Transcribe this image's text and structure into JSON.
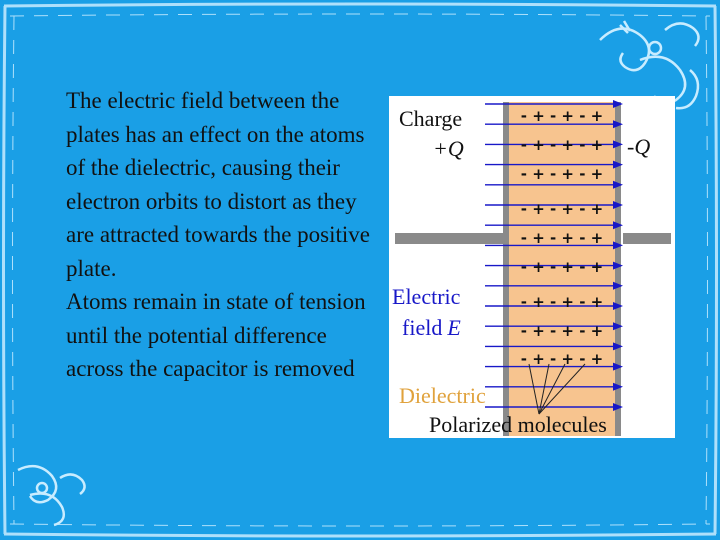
{
  "colors": {
    "background": "#1a9fe6",
    "border_ornament": "#c8ecff",
    "text": "#111111",
    "figure_background": "#ffffff",
    "dielectric": "#f7c48f",
    "plate": "#8a8a8a",
    "field_arrow": "#1818c8",
    "dielectric_label": "#e0a23c"
  },
  "text": {
    "paragraphs": [
      "The electric field between the plates has an effect on the atoms of the dielectric, causing their electron orbits to distort as they are attracted towards the positive  plate.",
      "Atoms remain in state of tension until the potential difference across the capacitor is removed"
    ]
  },
  "figure": {
    "charge_label": "Charge",
    "plus_q": "+Q",
    "minus_q": "-Q",
    "field_label_1": "Electric",
    "field_label_2": "field",
    "field_symbol": "E",
    "dielectric_label": "Dielectric",
    "molecules_label": "Polarized molecules",
    "molecule_row_text": "- + - + - +",
    "molecule_rows": 9,
    "field_arrows": 16
  }
}
